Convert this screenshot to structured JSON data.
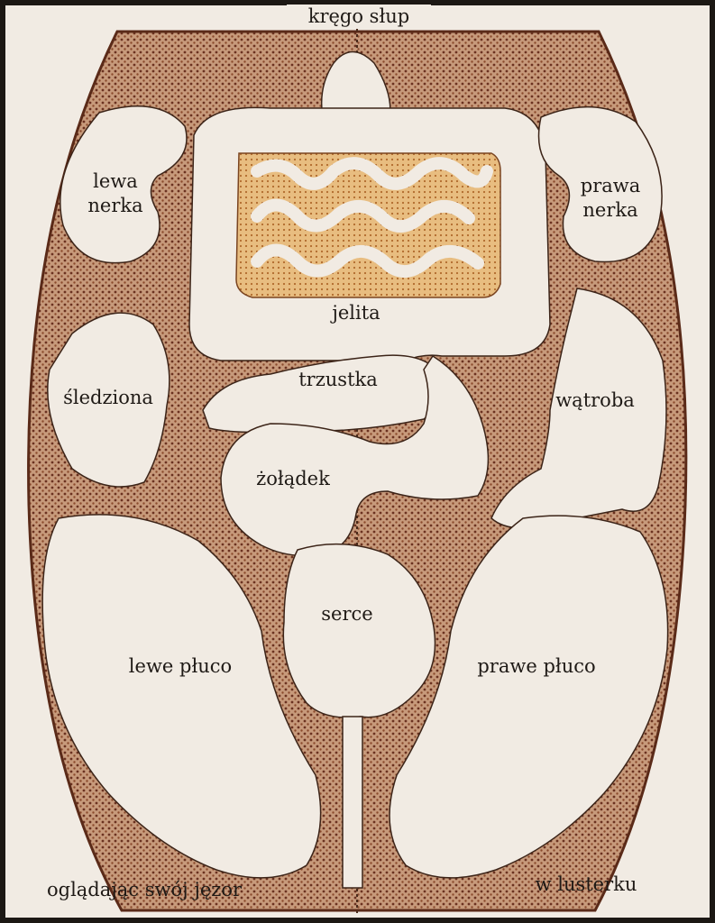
{
  "colors": {
    "paper": "#f1ebe3",
    "tissue_dots": "#8a4a2c",
    "tissue_dark": "#6b3220",
    "intestine_fill": "#e2b071",
    "frame": "#1c1814"
  },
  "labels": {
    "spine": "kręgo słup",
    "left_kidney_1": "lewa",
    "left_kidney_2": "nerka",
    "right_kidney_1": "prawa",
    "right_kidney_2": "nerka",
    "intestines": "jelita",
    "pancreas": "trzustka",
    "spleen": "śledziona",
    "liver": "wątroba",
    "stomach": "żołądek",
    "heart": "serce",
    "left_lung": "lewe płuco",
    "right_lung": "prawe płuco",
    "bottom_left": "oglądając swój jęzor",
    "bottom_right": "w lusterku"
  }
}
